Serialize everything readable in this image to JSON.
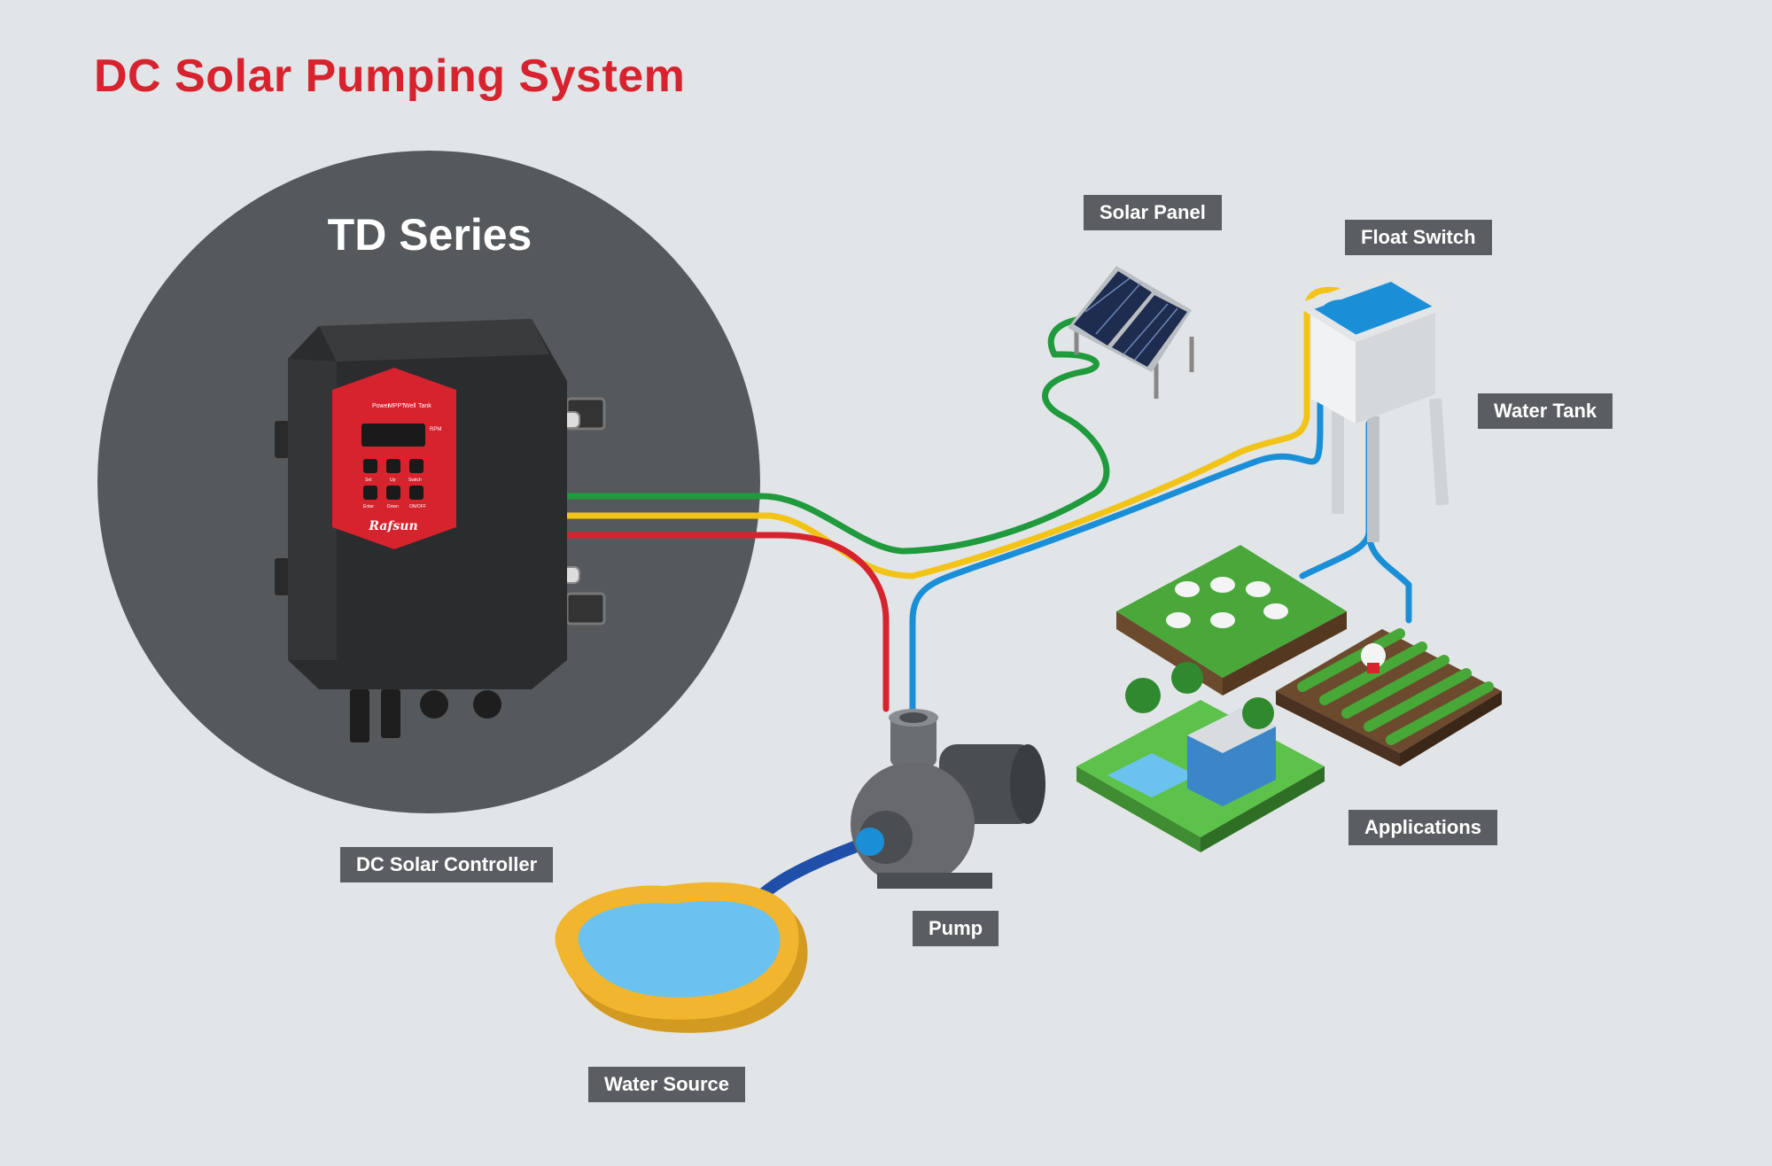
{
  "title": "DC Solar Pumping System",
  "series_name": "TD Series",
  "controller": {
    "brand": "Rafsun",
    "indicators": [
      "Power",
      "MPPT",
      "Well",
      "Tank"
    ],
    "display_unit": "RPM",
    "keys": [
      "Set",
      "Up",
      "Switch",
      "Enter",
      "Down",
      "ON/OFF"
    ]
  },
  "labels": {
    "solar_panel": "Solar Panel",
    "float_switch": "Float Switch",
    "water_tank": "Water Tank",
    "applications": "Applications",
    "controller": "DC Solar Controller",
    "pump": "Pump",
    "water_source": "Water Source"
  },
  "colors": {
    "title": "#d7232e",
    "wire_green": "#1f9a3c",
    "wire_yellow": "#f2c417",
    "wire_red": "#d7232e",
    "wire_blue": "#1a8fd8",
    "water": "#6cc2ee",
    "label_bg": "#5a5e62"
  }
}
